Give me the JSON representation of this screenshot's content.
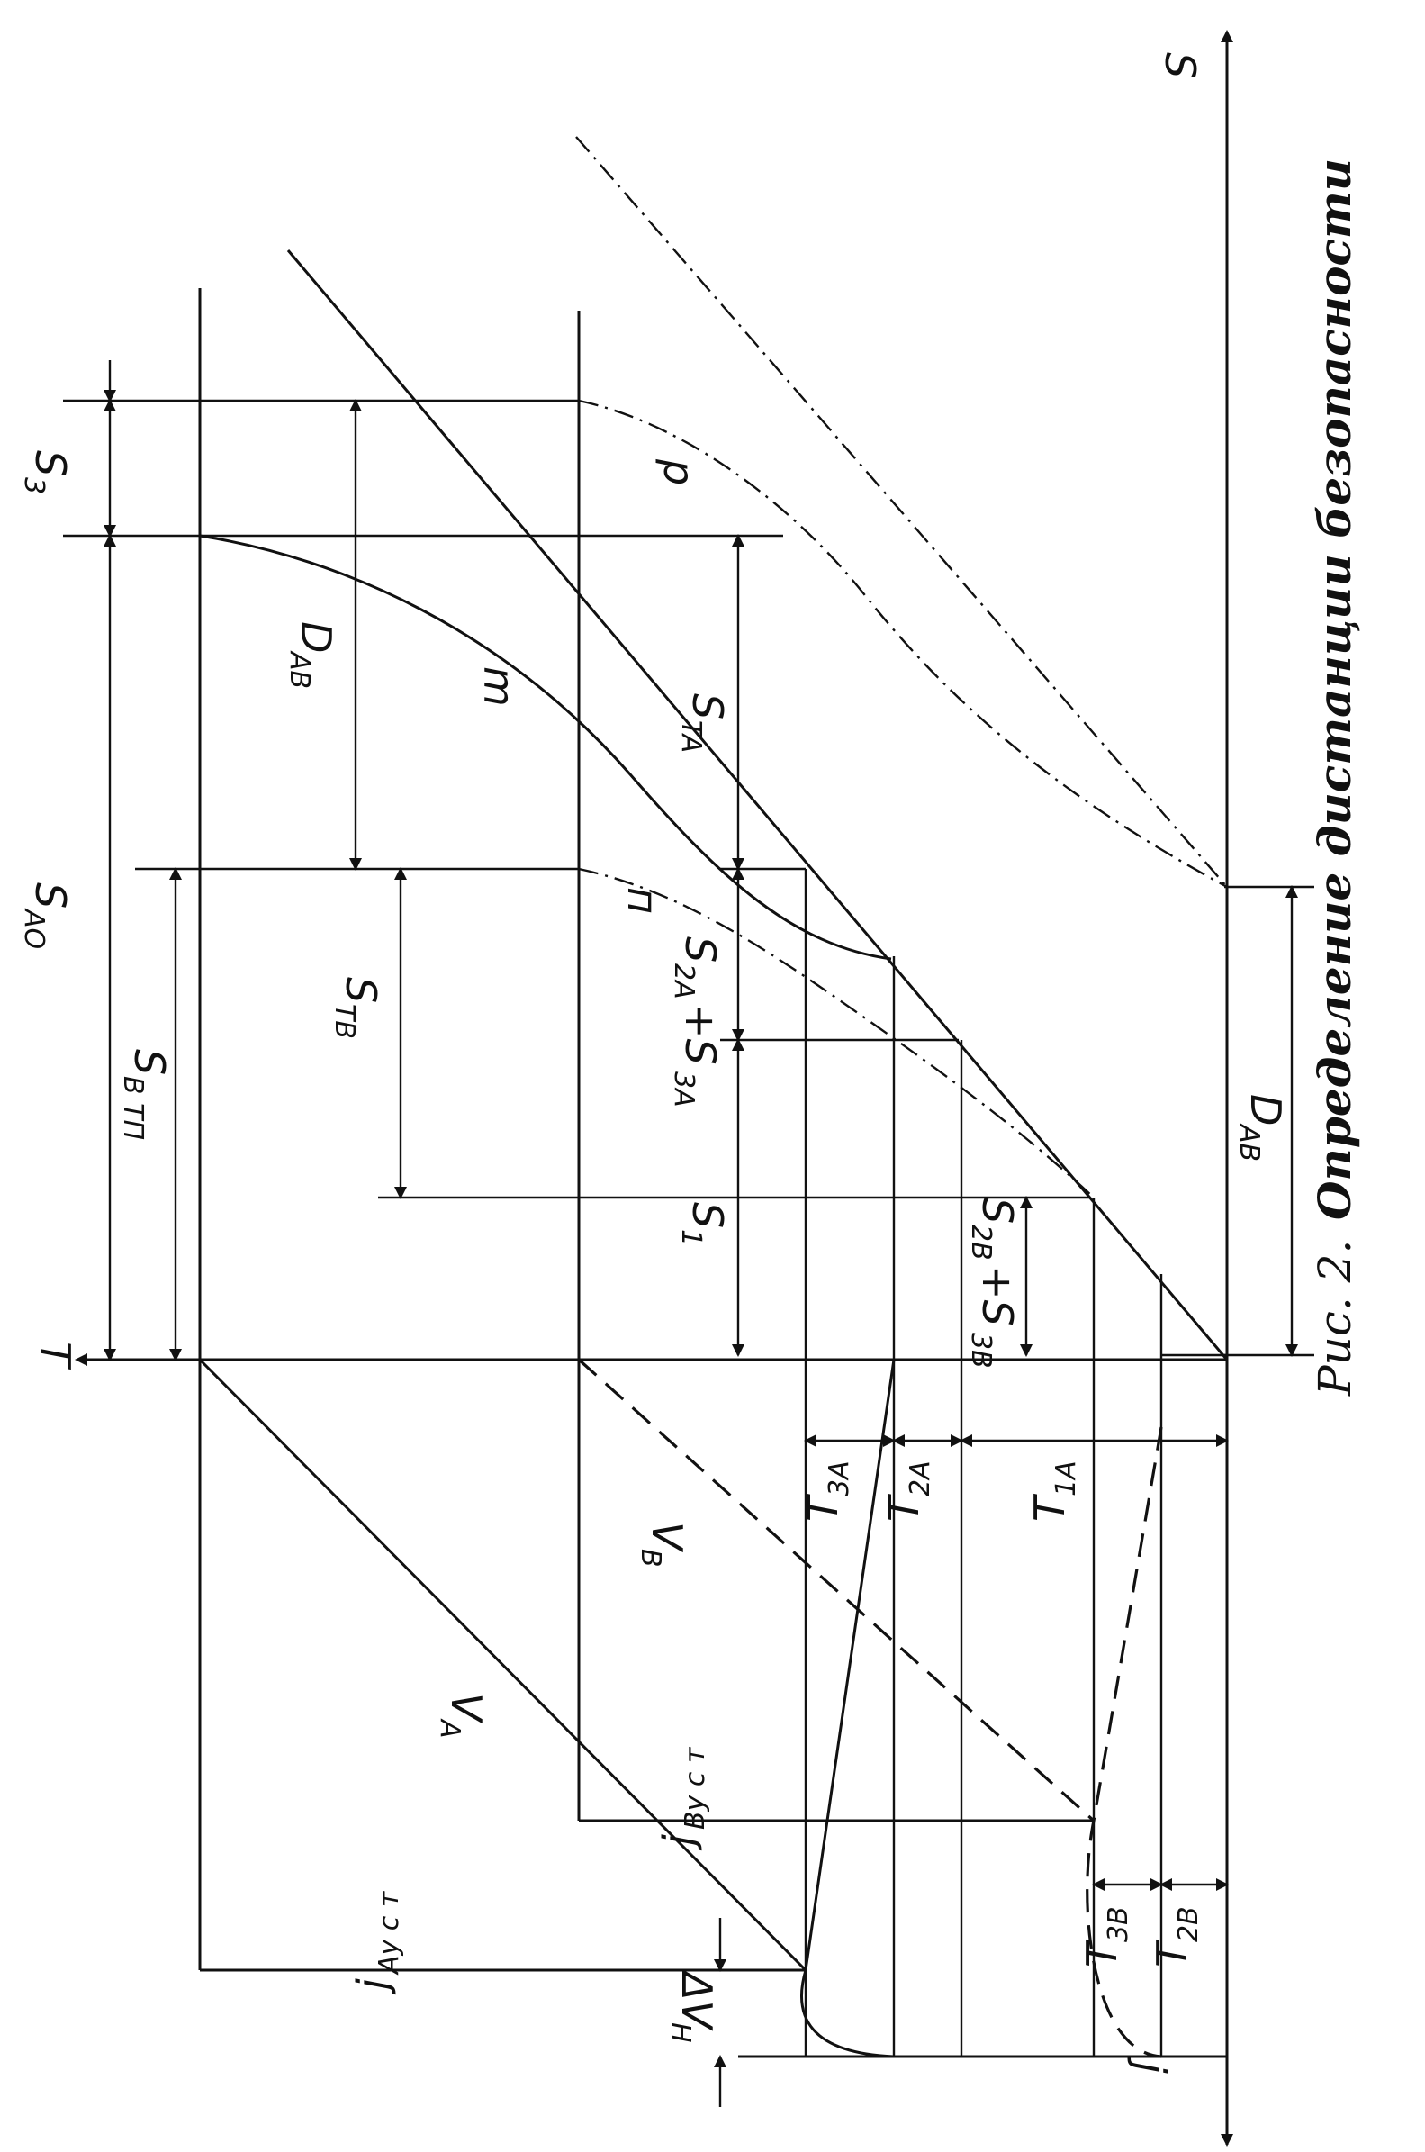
{
  "axes": {
    "s_axis": "S",
    "t_axis": "T",
    "j_axis": "j"
  },
  "labels": {
    "s3": "S",
    "s3_sub": "3",
    "sao": "S",
    "sao_sub": "AO",
    "sbtp": "S",
    "sbtp_sub": "B TП",
    "dab_top": "D",
    "dab_top_sub": "AB",
    "dab_bottom": "D",
    "dab_bottom_sub": "AB",
    "sta": "S",
    "sta_sub": "TA",
    "stb": "S",
    "stb_sub": "TB",
    "s2a_s3a": "S",
    "s2a_s3a_sub1": "2A",
    "s2a_s3a_plus": "+S",
    "s2a_s3a_sub2": "3A",
    "s1": "S",
    "s1_sub": "1",
    "s2b_s3b": "S",
    "s2b_s3b_sub1": "2B",
    "s2b_s3b_plus": "+S",
    "s2b_s3b_sub2": "3B",
    "curve_m": "m",
    "curve_n": "п",
    "curve_p": "p",
    "va": "V",
    "va_sub": "A",
    "vb": "V",
    "vb_sub": "B",
    "dvh": "ΔV",
    "dvh_sub": "H",
    "t3a": "T",
    "t3a_sub": "3A",
    "t2a": "T",
    "t2a_sub": "2A",
    "t1a": "T",
    "t1a_sub": "1A",
    "t3b": "T",
    "t3b_sub": "3B",
    "t2b": "T",
    "t2b_sub": "2B",
    "jaust": "j",
    "jaust_sub": "Ay с т",
    "jbust": "j",
    "jbust_sub": "By с т"
  },
  "caption": {
    "prefix": "Рис. 2.",
    "text": "Определение дистанции безопасности"
  }
}
